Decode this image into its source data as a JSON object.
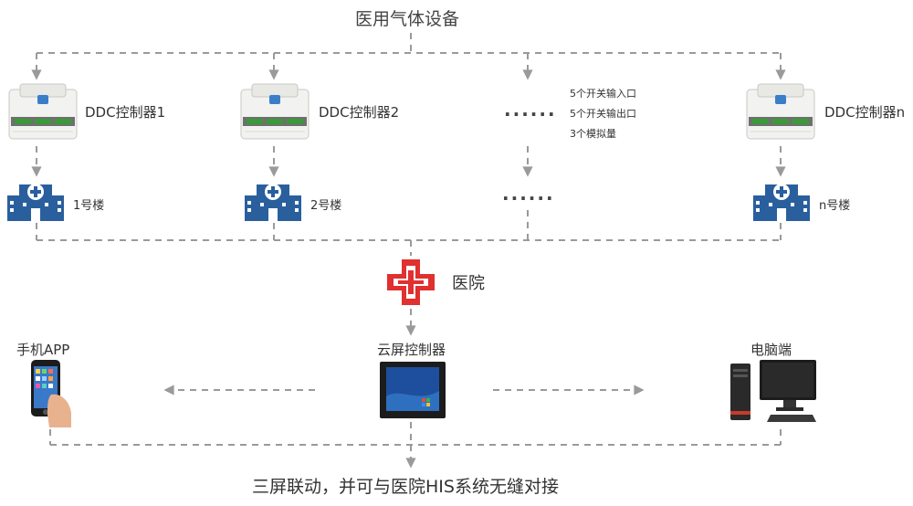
{
  "top_title": "医用气体设备",
  "controllers": [
    {
      "label": "DDC控制器1",
      "building": "1号楼"
    },
    {
      "label": "DDC控制器2",
      "building": "2号楼"
    },
    {
      "label": "DDC控制器n",
      "building": "n号楼"
    }
  ],
  "ellipsis": "......",
  "io_notes": [
    "5个开关输入口",
    "5个开关输出口",
    "3个模拟量"
  ],
  "hospital": "医院",
  "terminals": {
    "phone": "手机APP",
    "cloud_screen": "云屏控制器",
    "computer": "电脑端"
  },
  "footer": "三屏联动，并可与医院HIS系统无缝对接",
  "colors": {
    "building_blue": "#2a5f9e",
    "cross_red": "#e03030",
    "dash_gray": "#9a9a9a"
  }
}
